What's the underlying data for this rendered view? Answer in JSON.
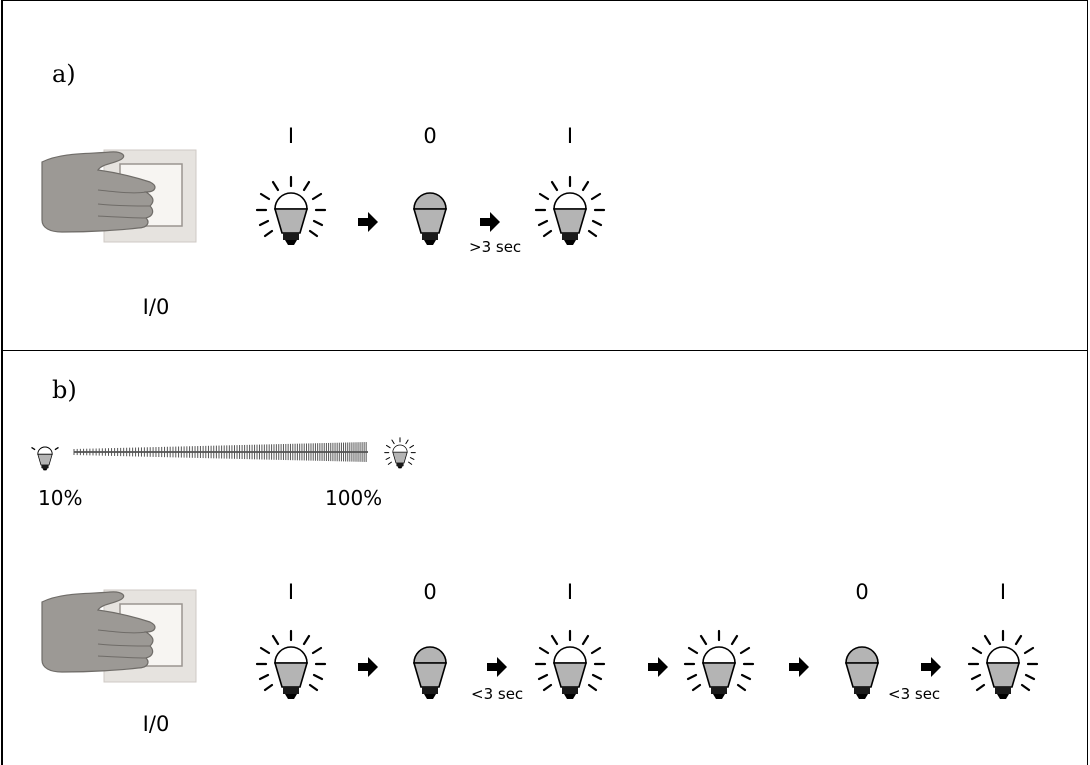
{
  "panel_a": {
    "letter": "a)",
    "switch_label": "I/0",
    "states": [
      "I",
      "0",
      "I"
    ],
    "time_label": ">3 sec"
  },
  "panel_b": {
    "letter": "b)",
    "range_min": "10%",
    "range_max": "100%",
    "switch_label": "I/0",
    "states": [
      "I",
      "0",
      "I",
      "0",
      "I"
    ],
    "time_label_1": "<3 sec",
    "time_label_2": "<3 sec"
  },
  "colors": {
    "bulb_gray": "#b4b4b4",
    "ink": "#000000"
  },
  "icons": [
    "hand-on-switch-icon",
    "bulb-lit-icon",
    "bulb-off-icon",
    "arrow-right-icon",
    "dim-slider-icon"
  ]
}
